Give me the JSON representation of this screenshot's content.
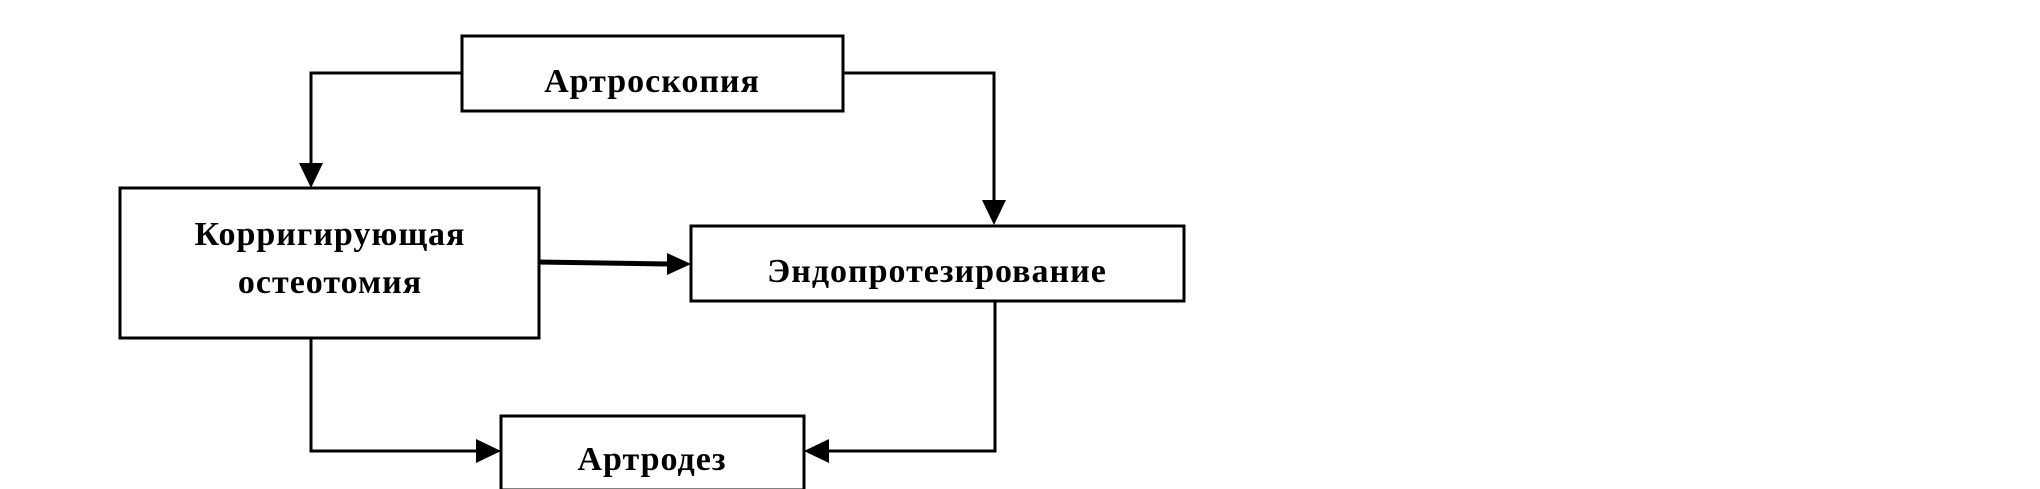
{
  "nodes": {
    "arthroscopy": {
      "label": "Артроскопия"
    },
    "osteotomy": {
      "line1": "Корригирующая",
      "line2": "остеотомия"
    },
    "endoprosthesis": {
      "label": "Эндопротезирование"
    },
    "arthrodesis": {
      "label": "Артродез"
    }
  },
  "edges": [
    {
      "from": "arthroscopy",
      "to": "osteotomy"
    },
    {
      "from": "arthroscopy",
      "to": "endoprosthesis"
    },
    {
      "from": "osteotomy",
      "to": "endoprosthesis"
    },
    {
      "from": "osteotomy",
      "to": "arthrodesis"
    },
    {
      "from": "endoprosthesis",
      "to": "arthrodesis"
    }
  ],
  "colors": {
    "stroke": "#000000",
    "background": "#ffffff"
  }
}
